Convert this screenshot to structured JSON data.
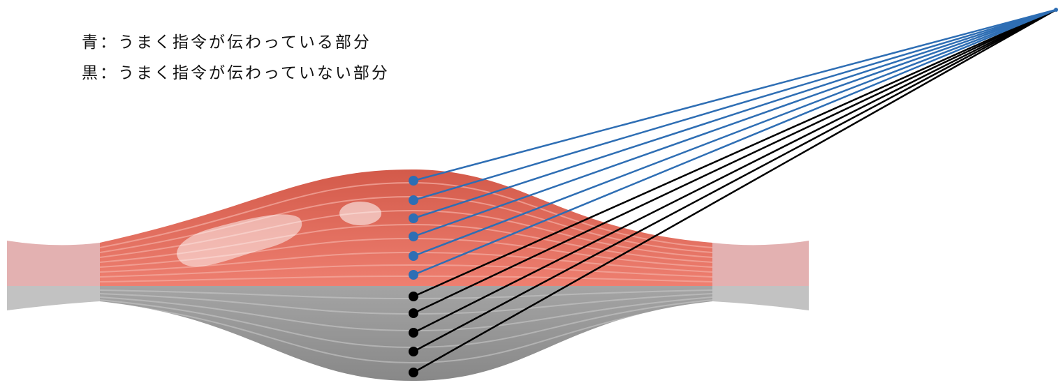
{
  "legend": {
    "blue_line": "青：うまく指令が伝わっている部分",
    "black_line": "黒：うまく指令が伝わっていない部分"
  },
  "colors": {
    "signal_ok": "#2e6eb4",
    "signal_fail": "#000000",
    "muscle_active_top": "#d35a4a",
    "muscle_active_bottom": "#ee7f70",
    "muscle_inactive_top": "#8d8d8d",
    "muscle_inactive_bottom": "#a3a3a3",
    "tendon_active": "#e3b1b1",
    "tendon_inactive": "#c2c2c2"
  },
  "signals": {
    "ok_count": 6,
    "fail_count": 5
  }
}
